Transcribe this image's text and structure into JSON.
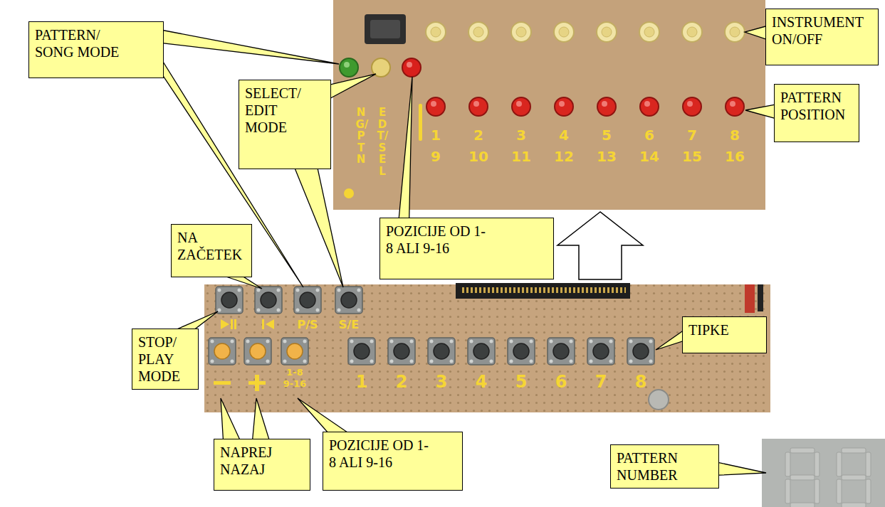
{
  "diagram": {
    "nodes": [
      {
        "text": [
          "PATTERN/ SONG MODE"
        ]
      },
      {
        "text": [
          "INSTRUMENT ON/OFF"
        ]
      },
      {
        "text": [
          "SELECT/ EDIT MODE"
        ]
      },
      {
        "text": [
          "PATTERN POSITION"
        ]
      },
      {
        "text": [
          "POZICIJE OD 1-8 ALI 9-16"
        ]
      },
      {
        "text": [
          "NA ZAČETEK"
        ]
      },
      {
        "text": [
          "STOP/ PLAY MODE"
        ]
      },
      {
        "text": [
          "TIPKE"
        ]
      },
      {
        "text": [
          "NAPREJ NAZAJ"
        ]
      },
      {
        "text": [
          "POZICIJE OD 1-8 ALI 9-16"
        ]
      },
      {
        "text": [
          "PATTERN NUMBER"
        ]
      }
    ],
    "labels": [
      "NG/PTN",
      "EDT/SEL",
      "1",
      "2",
      "3",
      "4",
      "5",
      "6",
      "7",
      "8",
      "9",
      "10",
      "11",
      "12",
      "13",
      "14",
      "15",
      "16",
      "P/S",
      "S/E",
      "1-8 9-16",
      "1",
      "2",
      "3",
      "4",
      "5",
      "6",
      "7",
      "8"
    ]
  }
}
